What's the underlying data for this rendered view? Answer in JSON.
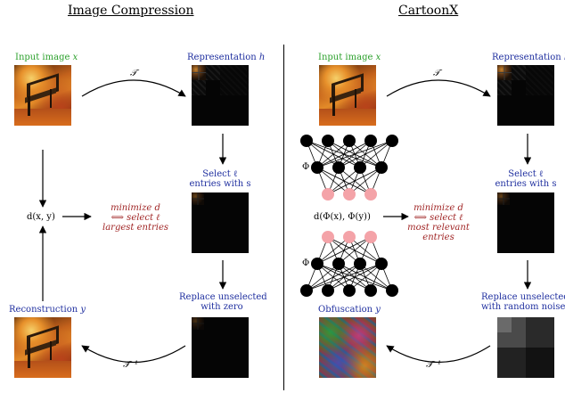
{
  "left": {
    "title": "Image Compression",
    "input_label": "Input image ",
    "input_var": "x",
    "representation_label": "Representation ",
    "representation_var": "h",
    "transform": "𝒯",
    "select_line1": "Select ℓ",
    "select_line2": "entries with s",
    "distance": "d(x, y)",
    "objective_line1": "minimize d",
    "objective_line2": "⟺  select ℓ",
    "objective_line3": "largest entries",
    "replace_line1": "Replace unselected",
    "replace_line2": "with zero",
    "reconstruction_label": "Reconstruction ",
    "reconstruction_var": "y",
    "inverse_transform": "𝒯⁻¹"
  },
  "right": {
    "title": "CartoonX",
    "input_label": "Input image ",
    "input_var": "x",
    "representation_label": "Representation ",
    "representation_var": "h",
    "transform": "𝒯",
    "network_label": "Φ",
    "select_line1": "Select ℓ",
    "select_line2": "entries with s",
    "distance": "d(Φ(x), Φ(y))",
    "objective_line1": "minimize d",
    "objective_line2": "⟺  select ℓ",
    "objective_line3": "most relevant",
    "objective_line4": "entries",
    "replace_line1": "Replace unselected",
    "replace_line2": "with random noise",
    "obfuscation_label": "Obfuscation ",
    "obfuscation_var": "y",
    "inverse_transform": "𝒯⁻¹"
  },
  "colors": {
    "input_label": "#2ca02c",
    "representation_label": "#1f2f9f",
    "objective_text": "#a02525",
    "node_black": "#000000",
    "node_pink": "#f4a3a8"
  }
}
